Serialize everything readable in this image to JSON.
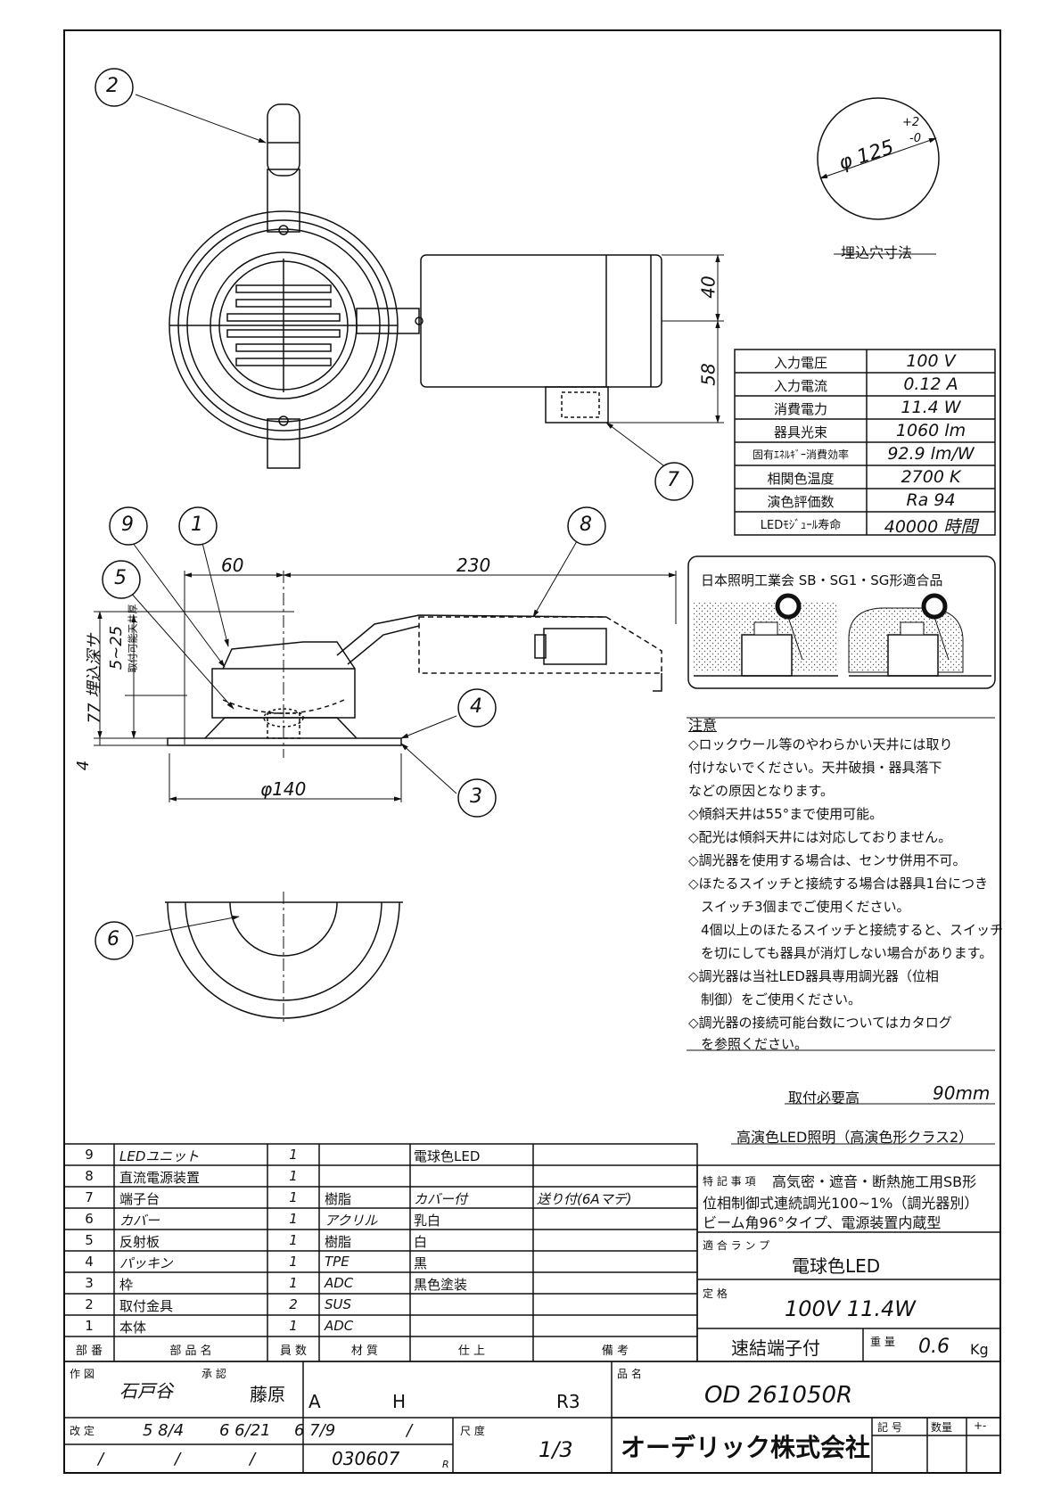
{
  "hole": {
    "diameter": "φ 125",
    "tol_plus": "+2",
    "tol_minus": "-0",
    "caption": "埋込穴寸法"
  },
  "specs": [
    {
      "label": "入力電圧",
      "value": "100 V"
    },
    {
      "label": "入力電流",
      "value": "0.12 A"
    },
    {
      "label": "消費電力",
      "value": "11.4 W"
    },
    {
      "label": "器具光束",
      "value": "1060 lm"
    },
    {
      "label": "固有ｴﾈﾙｷﾞｰ消費効率",
      "value": "92.9 lm/W"
    },
    {
      "label": "相関色温度",
      "value": "2700 K"
    },
    {
      "label": "演色評価数",
      "value": "Ra 94"
    },
    {
      "label": "LEDﾓｼﾞｭｰﾙ寿命",
      "value": "40000 時間"
    }
  ],
  "dims": {
    "d40": "40",
    "d58": "58",
    "d60": "60",
    "d230": "230",
    "embed_depth": "77 埋込深サ",
    "d4": "4",
    "range": "5~25",
    "range_note": "取付可能天井厚",
    "phi140": "φ140"
  },
  "callouts": [
    "1",
    "2",
    "3",
    "4",
    "5",
    "6",
    "7",
    "8",
    "9"
  ],
  "jil": {
    "title": "日本照明工業会 SB・SG1・SG形適合品"
  },
  "notes_title": "注意",
  "notes": [
    "◇ロックウール等のやわらかい天井には取り",
    "付けないでください。天井破損・器具落下",
    "などの原因となります。",
    "◇傾斜天井は55°まで使用可能。",
    "◇配光は傾斜天井には対応しておりません。",
    "◇調光器を使用する場合は、センサ併用不可。",
    "◇ほたるスイッチと接続する場合は器具1台につき",
    "スイッチ3個までご使用ください。",
    "4個以上のほたるスイッチと接続すると、スイッチ",
    "を切にしても器具が消灯しない場合があります。",
    "◇調光器は当社LED器具専用調光器（位相",
    "制御）をご使用ください。",
    "◇調光器の接続可能台数についてはカタログ",
    "を参照ください。"
  ],
  "mount_height": {
    "label": "取付必要高",
    "value": "90mm"
  },
  "product_class": "高演色LED照明（高演色形クラス2）",
  "parts": [
    {
      "no": "9",
      "name": "LEDユニット",
      "qty": "1",
      "material": "",
      "finish": "電球色LED",
      "remark": ""
    },
    {
      "no": "8",
      "name": "直流電源装置",
      "qty": "1",
      "material": "",
      "finish": "",
      "remark": ""
    },
    {
      "no": "7",
      "name": "端子台",
      "qty": "1",
      "material": "樹脂",
      "finish": "カバー付",
      "remark": "送り付(6Aマデ)"
    },
    {
      "no": "6",
      "name": "カバー",
      "qty": "1",
      "material": "アクリル",
      "finish": "乳白",
      "remark": ""
    },
    {
      "no": "5",
      "name": "反射板",
      "qty": "1",
      "material": "樹脂",
      "finish": "白",
      "remark": ""
    },
    {
      "no": "4",
      "name": "パッキン",
      "qty": "1",
      "material": "TPE",
      "finish": "黒",
      "remark": ""
    },
    {
      "no": "3",
      "name": "枠",
      "qty": "1",
      "material": "ADC",
      "finish": "黒色塗装",
      "remark": ""
    },
    {
      "no": "2",
      "name": "取付金具",
      "qty": "2",
      "material": "SUS",
      "finish": "",
      "remark": ""
    },
    {
      "no": "1",
      "name": "本体",
      "qty": "1",
      "material": "ADC",
      "finish": "",
      "remark": ""
    }
  ],
  "parts_header": {
    "no": "部 番",
    "name": "部 品 名",
    "qty": "員 数",
    "material": "材 質",
    "finish": "仕 上",
    "remark": "備 考"
  },
  "special": {
    "label": "特 記 事 項",
    "lines": [
      "高気密・遮音・断熱施工用SB形",
      "位相制御式連続調光100~1%（調光器別）",
      "ビーム角96°タイプ、電源装置内蔵型"
    ]
  },
  "lamp": {
    "label": "適 合 ラ ン プ",
    "value": "電球色LED"
  },
  "rating": {
    "label": "定 格",
    "value": "100V 11.4W"
  },
  "terminal": "速結端子付",
  "weight": {
    "label": "重 量",
    "value": "0.6",
    "unit": "Kg"
  },
  "title_block": {
    "drawn_label": "作 図",
    "drawn": "石戸谷",
    "approved_label": "承 認",
    "approved": "藤原",
    "grade_a": "A",
    "grade_h": "H",
    "rev": "R3",
    "product_no_label": "品 名",
    "product_no": "OD 261050R",
    "revision_label": "改 定",
    "rev_dates": [
      "5 8/4",
      "6 6/21",
      "6 7/9",
      "/"
    ],
    "rev_blank": [
      "/",
      "/",
      "/"
    ],
    "drawing_no": "030607",
    "drawing_suffix": "R",
    "scale_label": "尺 度",
    "scale": "1/3",
    "company": "オーデリック株式会社",
    "symbol_label": "記 号",
    "count_label": "数量",
    "plus_minus": "+-"
  }
}
